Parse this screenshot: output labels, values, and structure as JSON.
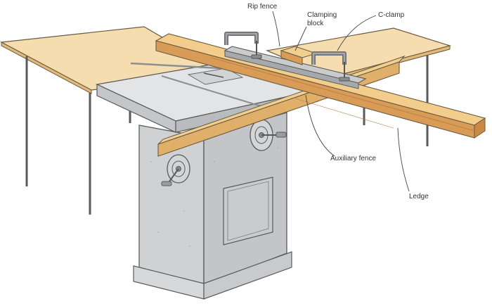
{
  "labels": {
    "rip_fence": "Rip fence",
    "clamping_block_line1": "Clamping",
    "clamping_block_line2": "block",
    "c_clamp": "C-clamp",
    "auxiliary_fence": "Auxiliary fence",
    "ledge": "Ledge"
  },
  "colors": {
    "wood_light": "#f3d9a0",
    "wood_mid": "#e9b873",
    "wood_dark": "#d18f4a",
    "steel": "#d7d9db",
    "cabinet": "#c9cbcd",
    "outline": "#5a5a5a",
    "clamp": "#7d7f82",
    "leader": "#444444"
  }
}
